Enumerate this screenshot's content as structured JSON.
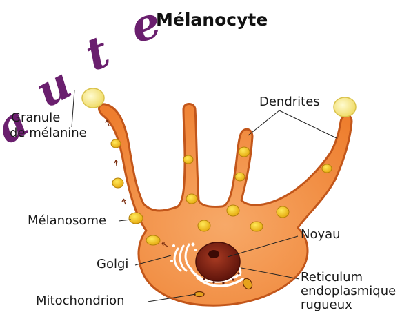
{
  "title": "Mélanocyte",
  "watermark_text": "aute",
  "labels": {
    "granule_line1": "Granule",
    "granule_line2": "de mélanine",
    "dendrites": "Dendrites",
    "melanosome": "Mélanosome",
    "golgi": "Golgi",
    "mitochondrion": "Mitochondrion",
    "noyau": "Noyau",
    "reticulum_line1": "Reticulum",
    "reticulum_line2": "endoplasmique",
    "reticulum_line3": "rugueux"
  },
  "colors": {
    "cell_fill": "#f08a3c",
    "cell_stroke": "#c2561a",
    "melanosome": "#f2c81e",
    "nucleus": "#7a1e12",
    "watermark": "#6a1f6e"
  }
}
